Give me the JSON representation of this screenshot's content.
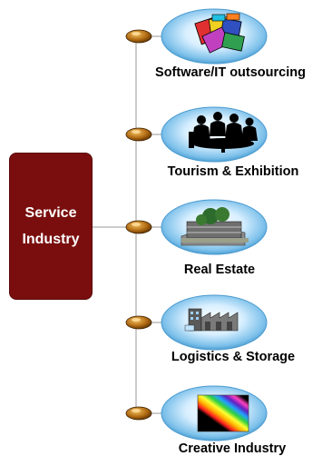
{
  "main_node": {
    "line1": "Service",
    "line2": "Industry"
  },
  "branches": [
    {
      "label": "Software/IT outsourcing",
      "icon": "software-icon"
    },
    {
      "label": "Tourism & Exhibition",
      "icon": "meeting-icon"
    },
    {
      "label": "Real Estate",
      "icon": "building-icon"
    },
    {
      "label": "Logistics & Storage",
      "icon": "warehouse-icon"
    },
    {
      "label": "Creative Industry",
      "icon": "rainbow-stripes-icon"
    }
  ],
  "colors": {
    "main_box": "#7a0e0e",
    "ellipse_light": "#e8f6ff",
    "ellipse_dark": "#2f8ac4",
    "node_dot": "#a06010"
  }
}
